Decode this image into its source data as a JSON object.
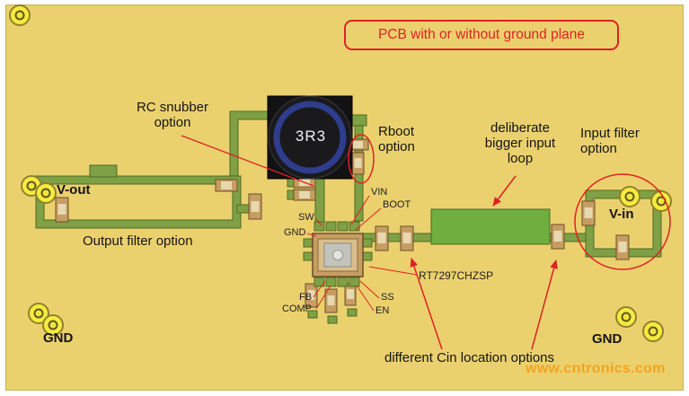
{
  "colors": {
    "board_yellow": "#EBD16E",
    "trace_green": "#7FA045",
    "trace_dark_green": "#4E6A23",
    "input_loop_green": "#6FAE3F",
    "component_tan": "#C79E62",
    "component_band": "#E7D8AF",
    "pad_yellow": "#F6EB3E",
    "annotation_red": "#DF2125",
    "inductor_ring_navy": "#2E3D8D",
    "watermark_orange": "#F5A31F",
    "text_black": "#141414"
  },
  "labels": {
    "title": "PCB with or without ground plane",
    "rc_snubber": "RC snubber\noption",
    "rboot": "Rboot\noption",
    "input_loop": "deliberate\nbigger input\nloop",
    "input_filter": "Input filter\noption",
    "vout": "V-out",
    "output_filter": "Output filter option",
    "vin_terminal": "V-in",
    "gnd_left": "GND",
    "gnd_right": "GND",
    "cin_options": "different Cin location options",
    "chip": "RT7297CHZSP",
    "inductor": "3R3",
    "watermark": "www.cntronics.com"
  },
  "pins": {
    "vin": "VIN",
    "boot": "BOOT",
    "sw": "SW",
    "gnd": "GND",
    "fb": "FB",
    "comp": "COMP",
    "ss": "SS",
    "en": "EN"
  }
}
